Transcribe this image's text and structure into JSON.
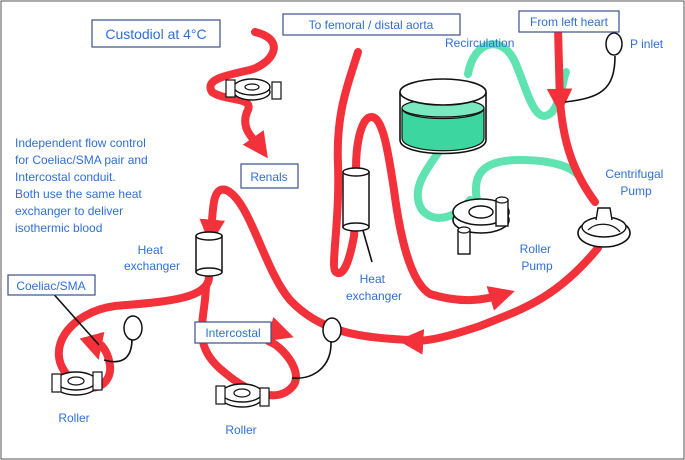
{
  "labels": {
    "custodiol": "Custodiol at 4°C",
    "femoral": "To femoral / distal aorta",
    "from_left_heart": "From left heart",
    "p_inlet": "P inlet",
    "recirculation": "Recirculation",
    "renals": "Renals",
    "description": [
      "Independent flow control",
      "for Coeliac/SMA pair and",
      "Intercostal conduit.",
      "Both use the same heat",
      "exchanger to deliver",
      "isothermic blood"
    ],
    "heat_exchanger_left": [
      "Heat",
      "exchanger"
    ],
    "heat_exchanger_center": [
      "Heat",
      "exchanger"
    ],
    "centrifugal_pump": [
      "Centrifugal",
      "Pump"
    ],
    "roller_pump": [
      "Roller",
      "Pump"
    ],
    "coeliac_sma": "Coeliac/SMA",
    "intercostal": "Intercostal",
    "roller_left": "Roller",
    "roller_bottom": "Roller"
  },
  "colors": {
    "blood_line": "#f2313a",
    "recirculation_line": "#5fe3b0",
    "reservoir_fill": "#3cd6a0",
    "label_text": "#2f6fd6",
    "box_border": "#3a4f8c"
  },
  "icons": {
    "roller": "roller-pump-icon",
    "gauge": "pressure-gauge-icon",
    "heat_exchanger": "heat-exchanger-cylinder-icon",
    "centrifugal": "centrifugal-pump-icon",
    "reservoir": "reservoir-icon"
  }
}
